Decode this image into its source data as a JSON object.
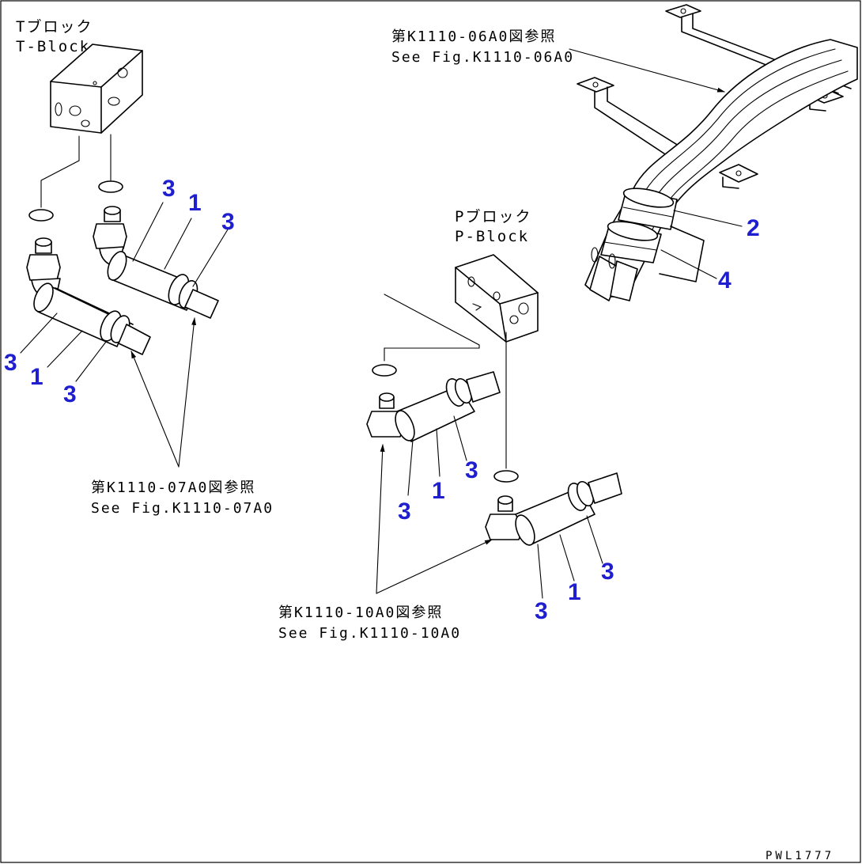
{
  "blocks": {
    "t_block": {
      "label_jp": "Tブロック",
      "label_en": "T-Block"
    },
    "p_block": {
      "label_jp": "Pブロック",
      "label_en": "P-Block"
    }
  },
  "references": {
    "ref_0600": {
      "jp": "第K1110-06A0図参照",
      "en": "See Fig.K1110-06A0"
    },
    "ref_0700": {
      "jp": "第K1110-07A0図参照",
      "en": "See Fig.K1110-07A0"
    },
    "ref_1000": {
      "jp": "第K1110-10A0図参照",
      "en": "See Fig.K1110-10A0"
    }
  },
  "callouts": [
    {
      "id": "c1",
      "text": "3"
    },
    {
      "id": "c2",
      "text": "1"
    },
    {
      "id": "c3",
      "text": "3"
    },
    {
      "id": "c4",
      "text": "3"
    },
    {
      "id": "c5",
      "text": "1"
    },
    {
      "id": "c6",
      "text": "3"
    },
    {
      "id": "c7",
      "text": "2"
    },
    {
      "id": "c8",
      "text": "4"
    },
    {
      "id": "c9",
      "text": "3"
    },
    {
      "id": "c10",
      "text": "1"
    },
    {
      "id": "c11",
      "text": "3"
    },
    {
      "id": "c12",
      "text": "3"
    },
    {
      "id": "c13",
      "text": "1"
    },
    {
      "id": "c14",
      "text": "3"
    }
  ],
  "drawing_code": "PWL1777",
  "colors": {
    "callout": "#1f1fcf",
    "line": "#000000",
    "background": "#ffffff"
  }
}
